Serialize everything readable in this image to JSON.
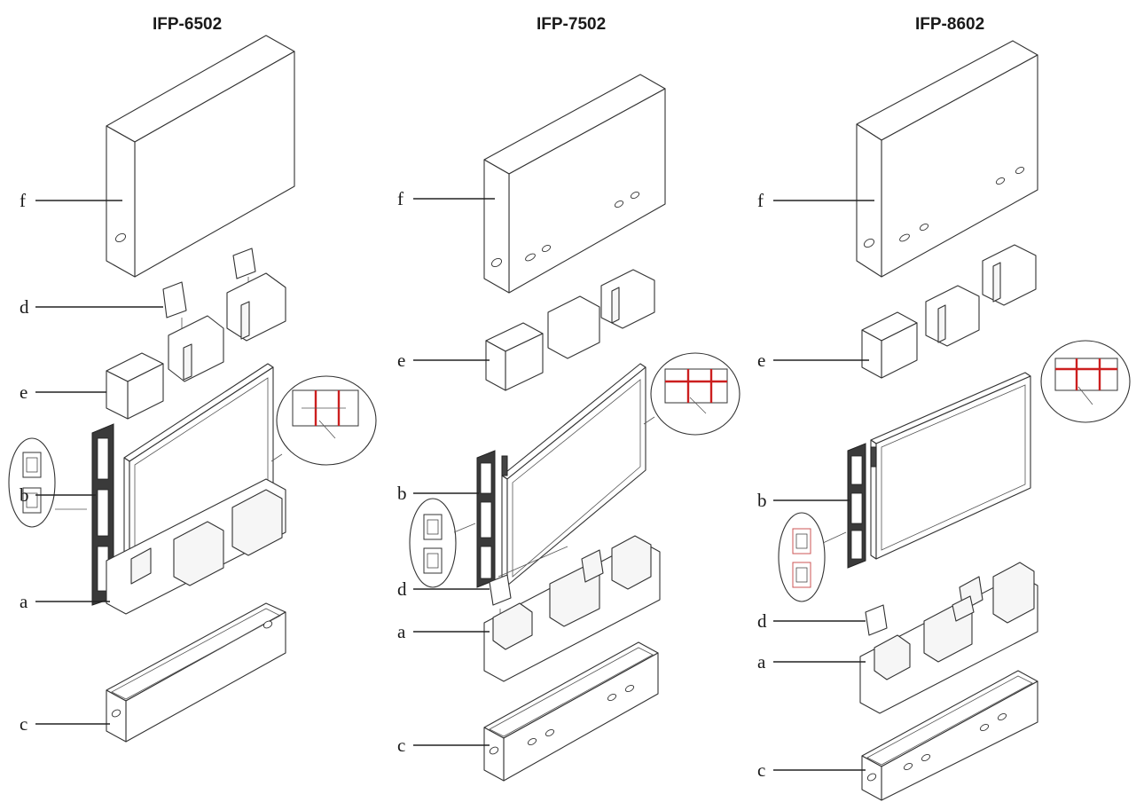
{
  "models": [
    {
      "title": "IFP-6502",
      "labels": [
        {
          "letter": "f"
        },
        {
          "letter": "d"
        },
        {
          "letter": "e"
        },
        {
          "letter": "b"
        },
        {
          "letter": "a"
        },
        {
          "letter": "c"
        }
      ]
    },
    {
      "title": "IFP-7502",
      "labels": [
        {
          "letter": "f"
        },
        {
          "letter": "e"
        },
        {
          "letter": "b"
        },
        {
          "letter": "d"
        },
        {
          "letter": "a"
        },
        {
          "letter": "c"
        }
      ]
    },
    {
      "title": "IFP-8602",
      "labels": [
        {
          "letter": "f"
        },
        {
          "letter": "e"
        },
        {
          "letter": "b"
        },
        {
          "letter": "d"
        },
        {
          "letter": "a"
        },
        {
          "letter": "c"
        }
      ]
    }
  ],
  "colors": {
    "strap": "#cc1f1f",
    "line": "#222222"
  }
}
